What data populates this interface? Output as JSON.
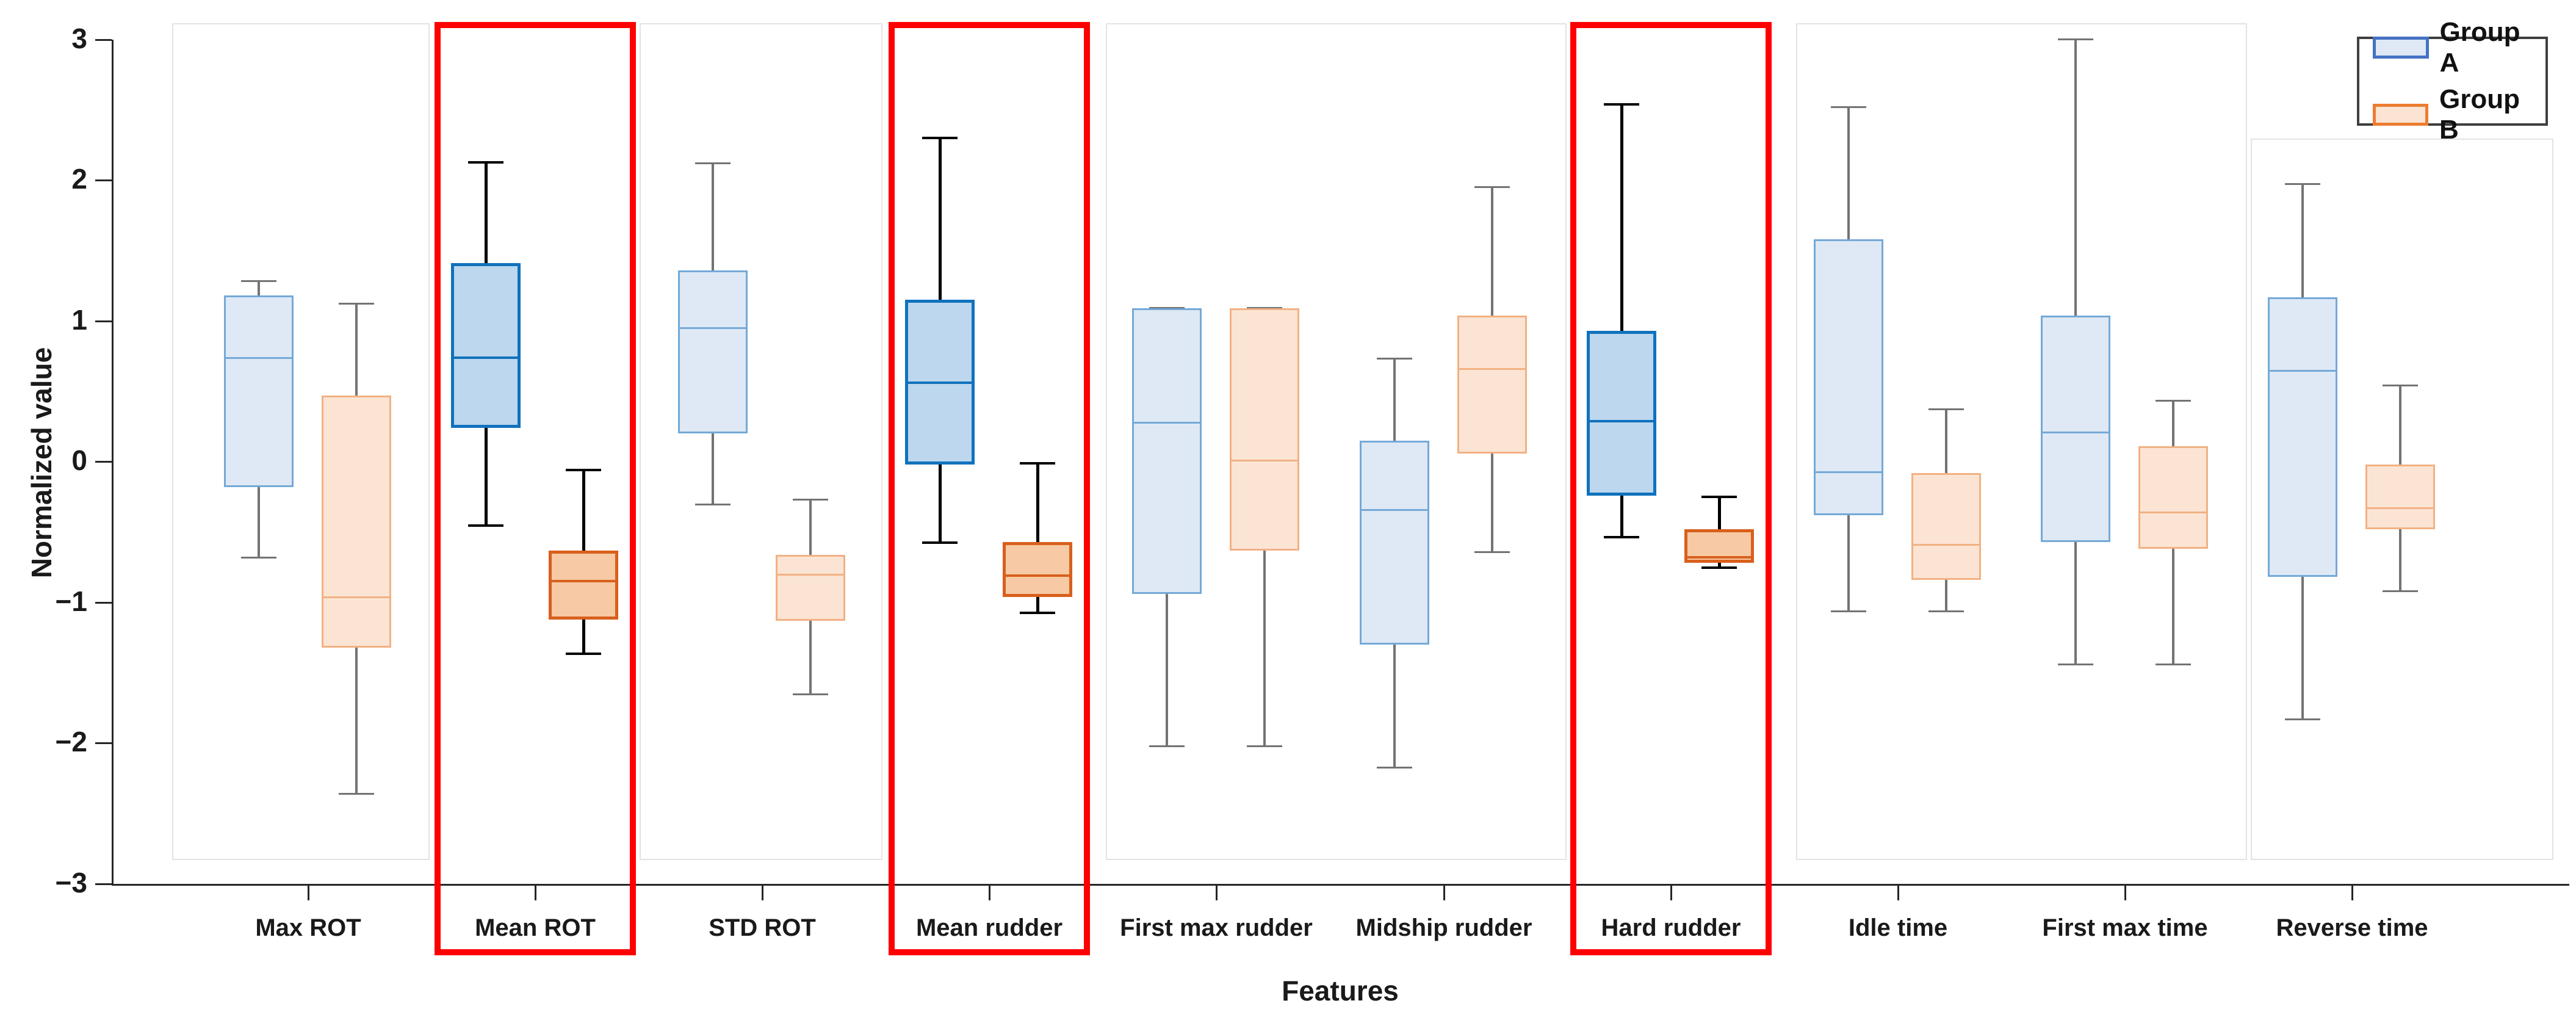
{
  "figure": {
    "ylabel": "Normalized value",
    "xlabel": "Features",
    "legend": {
      "group_a_label": "Group A",
      "group_b_label": "Group B"
    }
  },
  "colors": {
    "group_a_fill": "#DEE9F5",
    "group_a_stroke": "#74A9D8",
    "group_a_highlight_fill": "#BCD7EE",
    "group_a_highlight_stroke": "#1072BD",
    "group_b_fill": "#FCE4D4",
    "group_b_stroke": "#F2B183",
    "group_b_highlight_fill": "#F7C9A4",
    "group_b_highlight_stroke": "#D8601C",
    "whisker_normal": "#737373",
    "whisker_highlight": "#000000",
    "highlight_rect": "#FF0000",
    "axis": "#262626",
    "text": "#1a1a1a"
  },
  "chart_data": {
    "type": "boxplot-grouped",
    "title": "",
    "xlabel": "Features",
    "ylabel": "Normalized value",
    "ylim": [
      -3,
      3
    ],
    "yticks": [
      3,
      2,
      1,
      0,
      -1,
      -2,
      -3
    ],
    "grid": false,
    "legend_position": "top-right",
    "categories": [
      "Max ROT",
      "Mean ROT",
      "STD ROT",
      "Mean rudder",
      "First max rudder",
      "Midship rudder",
      "Hard rudder",
      "Idle time",
      "First max time",
      "Reverse time"
    ],
    "highlighted_indices": [
      1,
      3,
      6
    ],
    "highlighted_categories": [
      "Mean ROT",
      "Mean rudder",
      "Hard rudder"
    ],
    "series": [
      {
        "name": "Group A",
        "boxes": [
          {
            "whisker_low": -0.68,
            "q1": -0.18,
            "median": 0.74,
            "q3": 1.18,
            "whisker_high": 1.28
          },
          {
            "whisker_low": -0.45,
            "q1": 0.24,
            "median": 0.74,
            "q3": 1.41,
            "whisker_high": 2.13
          },
          {
            "whisker_low": -0.3,
            "q1": 0.2,
            "median": 0.95,
            "q3": 1.36,
            "whisker_high": 2.12
          },
          {
            "whisker_low": -0.57,
            "q1": -0.02,
            "median": 0.56,
            "q3": 1.15,
            "whisker_high": 2.3
          },
          {
            "whisker_low": -2.02,
            "q1": -0.94,
            "median": 0.28,
            "q3": 1.09,
            "whisker_high": 1.09
          },
          {
            "whisker_low": -2.17,
            "q1": -1.3,
            "median": -0.34,
            "q3": 0.15,
            "whisker_high": 0.73
          },
          {
            "whisker_low": -0.53,
            "q1": -0.24,
            "median": 0.29,
            "q3": 0.93,
            "whisker_high": 2.54
          },
          {
            "whisker_low": -1.06,
            "q1": -0.38,
            "median": -0.07,
            "q3": 1.58,
            "whisker_high": 2.52
          },
          {
            "whisker_low": -1.44,
            "q1": -0.57,
            "median": 0.21,
            "q3": 1.04,
            "whisker_high": 3.0
          },
          {
            "whisker_low": -1.83,
            "q1": -0.82,
            "median": 0.65,
            "q3": 1.17,
            "whisker_high": 1.97
          }
        ]
      },
      {
        "name": "Group B",
        "boxes": [
          {
            "whisker_low": -2.36,
            "q1": -1.32,
            "median": -0.96,
            "q3": 0.47,
            "whisker_high": 1.12
          },
          {
            "whisker_low": -1.36,
            "q1": -1.12,
            "median": -0.85,
            "q3": -0.63,
            "whisker_high": -0.06
          },
          {
            "whisker_low": -1.65,
            "q1": -1.13,
            "median": -0.8,
            "q3": -0.66,
            "whisker_high": -0.27
          },
          {
            "whisker_low": -1.07,
            "q1": -0.96,
            "median": -0.81,
            "q3": -0.57,
            "whisker_high": -0.01
          },
          {
            "whisker_low": -2.02,
            "q1": -0.63,
            "median": 0.01,
            "q3": 1.09,
            "whisker_high": 1.09
          },
          {
            "whisker_low": -0.64,
            "q1": 0.06,
            "median": 0.66,
            "q3": 1.04,
            "whisker_high": 1.95
          },
          {
            "whisker_low": -0.75,
            "q1": -0.72,
            "median": -0.68,
            "q3": -0.48,
            "whisker_high": -0.25
          },
          {
            "whisker_low": -1.06,
            "q1": -0.84,
            "median": -0.59,
            "q3": -0.08,
            "whisker_high": 0.37
          },
          {
            "whisker_low": -1.44,
            "q1": -0.62,
            "median": -0.36,
            "q3": 0.11,
            "whisker_high": 0.43
          },
          {
            "whisker_low": -0.92,
            "q1": -0.48,
            "median": -0.33,
            "q3": -0.02,
            "whisker_high": 0.54
          }
        ]
      }
    ]
  }
}
